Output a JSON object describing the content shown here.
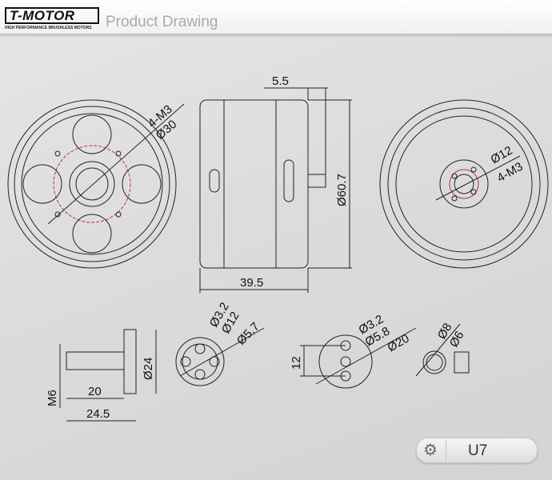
{
  "header": {
    "logo_text": "T-MOTOR",
    "logo_tagline": "HIGH PERFORMANCE BRUSHLESS MOTORS",
    "title": "Product Drawing"
  },
  "drawing": {
    "front": {
      "holes": "4-M3",
      "bolt_circle": "Ø30"
    },
    "side": {
      "shaft_len": "5.5",
      "diameter": "Ø60.7",
      "height": "39.5"
    },
    "back": {
      "center": "Ø12",
      "holes": "4-M3"
    },
    "prop_adapter": {
      "thread": "M6",
      "len1": "20",
      "len2": "24.5",
      "dia": "Ø24"
    },
    "adapter_top": {
      "d1": "Ø3.2",
      "d2": "Ø12",
      "d3": "Ø5.7"
    },
    "mount": {
      "d1": "Ø3.2",
      "d2": "Ø5.8",
      "d3": "Ø20",
      "spacing": "12"
    },
    "sleeve": {
      "outer": "Ø8",
      "inner": "Ø6"
    }
  },
  "model": {
    "icon": "gear-icon",
    "label": "U7"
  }
}
